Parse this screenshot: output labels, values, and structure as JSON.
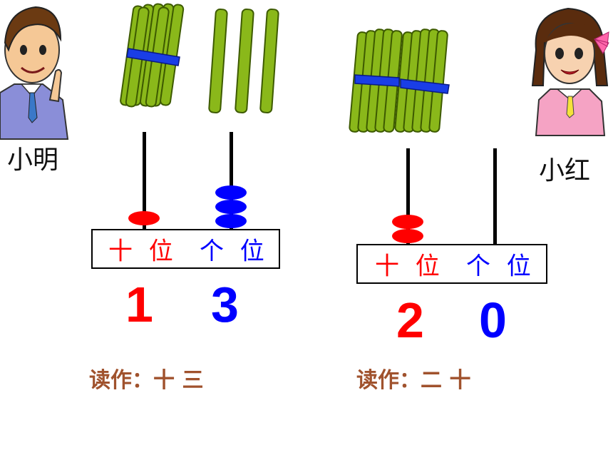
{
  "colors": {
    "tens": "#ff0000",
    "ones": "#0000ff",
    "reading": "#a0522d",
    "stick": "#8ab81a",
    "band": "#1a3ee6"
  },
  "left": {
    "character_name": "小明",
    "tens_label": "十 位",
    "ones_label": "个 位",
    "tens_digit": "1",
    "ones_digit": "3",
    "tens_beads": 1,
    "ones_beads": 3,
    "reading": "读作：十 三"
  },
  "right": {
    "character_name": "小红",
    "tens_label": "十 位",
    "ones_label": "个 位",
    "tens_digit": "2",
    "ones_digit": "0",
    "tens_beads": 2,
    "ones_beads": 0,
    "reading": "读作：二 十"
  }
}
